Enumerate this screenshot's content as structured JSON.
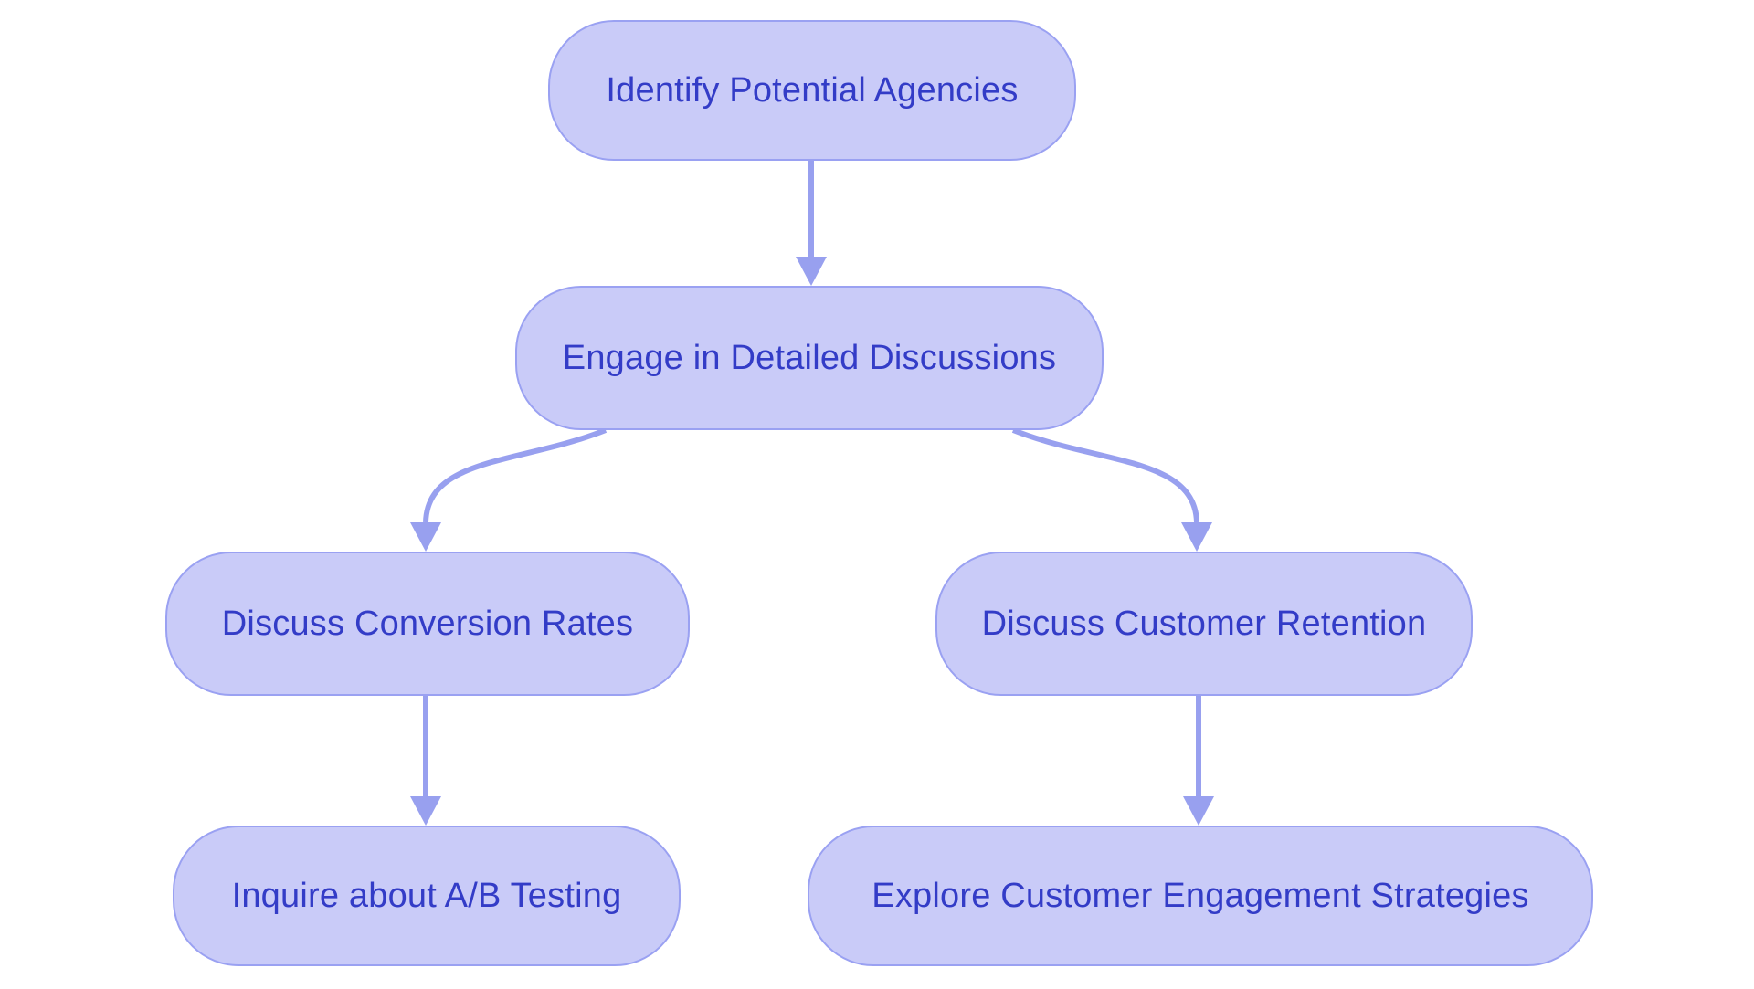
{
  "diagram": {
    "type": "flowchart",
    "direction": "top-down",
    "colors": {
      "background": "#ffffff",
      "node_fill": "#c9cbf8",
      "node_border": "#9aa1f2",
      "node_text": "#333cc7",
      "arrow": "#98a0ef"
    },
    "nodes": [
      {
        "id": "identify",
        "label": "Identify Potential Agencies"
      },
      {
        "id": "engage",
        "label": "Engage in Detailed Discussions"
      },
      {
        "id": "conversion",
        "label": "Discuss Conversion Rates"
      },
      {
        "id": "retention",
        "label": "Discuss Customer Retention"
      },
      {
        "id": "abtesting",
        "label": "Inquire about A/B Testing"
      },
      {
        "id": "engagement",
        "label": "Explore Customer Engagement Strategies"
      }
    ],
    "edges": [
      {
        "from": "identify",
        "to": "engage"
      },
      {
        "from": "engage",
        "to": "conversion"
      },
      {
        "from": "engage",
        "to": "retention"
      },
      {
        "from": "conversion",
        "to": "abtesting"
      },
      {
        "from": "retention",
        "to": "engagement"
      }
    ]
  }
}
